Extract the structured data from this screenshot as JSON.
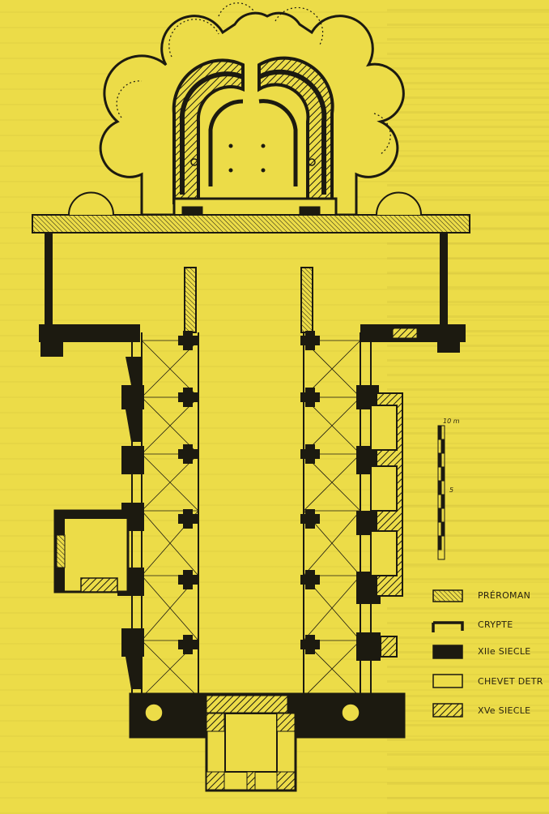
{
  "legend": {
    "items": [
      {
        "label": "PRÉROMAN",
        "pattern": "prero"
      },
      {
        "label": "CRYPTE",
        "pattern": "crypte"
      },
      {
        "label": "XIIe SIECLE",
        "pattern": "xii"
      },
      {
        "label": "CHEVET DETR",
        "pattern": "chevet"
      },
      {
        "label": "XVe SIECLE",
        "pattern": "xv"
      }
    ]
  },
  "scale": {
    "top_label": "10 m",
    "mid_label": "5"
  },
  "colors": {
    "paper": "#ecdc48",
    "ink": "#1c1a10"
  }
}
